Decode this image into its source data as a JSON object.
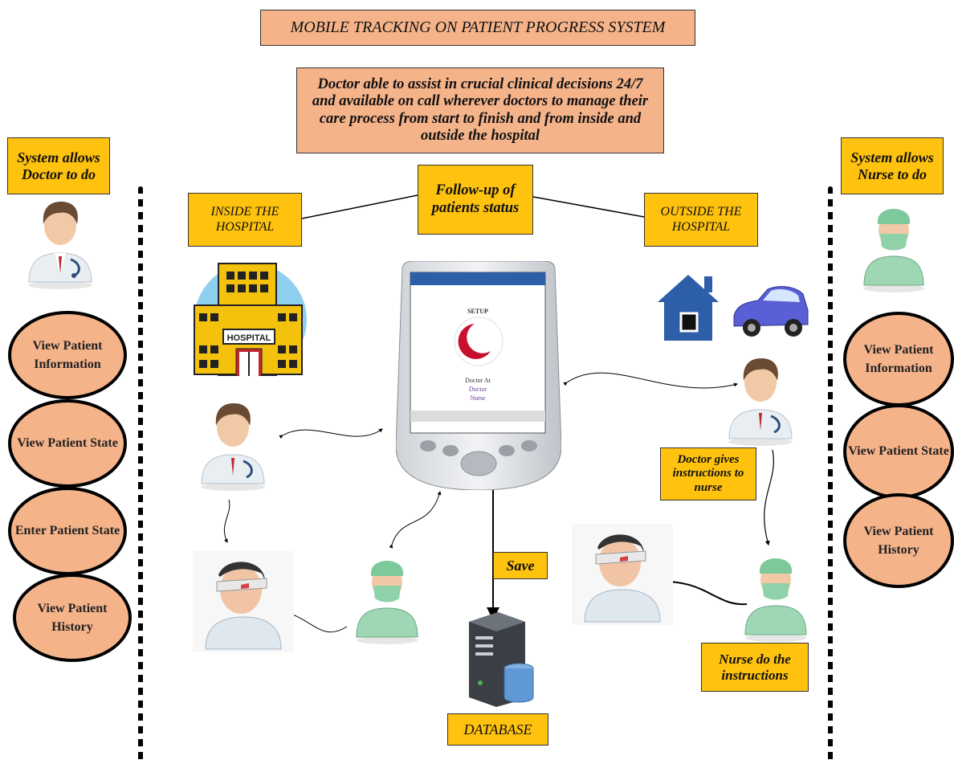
{
  "title": "MOBILE TRACKING ON PATIENT PROGRESS SYSTEM",
  "description": "Doctor able to assist in crucial clinical decisions 24/7 and available on call wherever doctors to manage their care process from start to finish and from inside and outside the hospital",
  "center_label": "Follow-up of patients status",
  "inside_label": "INSIDE THE HOSPITAL",
  "outside_label": "OUTSIDE THE HOSPITAL",
  "hospital_sign": "HOSPITAL",
  "doctor_panel": {
    "header": "System allows Doctor to do",
    "actions": [
      "View Patient Information",
      "View Patient State",
      "Enter Patient State",
      "View Patient History"
    ]
  },
  "nurse_panel": {
    "header": "System allows Nurse to do",
    "actions": [
      "View Patient Information",
      "View Patient State",
      "View Patient History"
    ]
  },
  "device_screen": {
    "heading": "SETUP",
    "line1": "Doctor At",
    "line2": "Doctor",
    "line3": "Nurse"
  },
  "save_label": "Save",
  "database_label": "DATABASE",
  "doctor_instructions": "Doctor gives instructions to nurse",
  "nurse_instructions": "Nurse do the instructions",
  "colors": {
    "salmon": "#f5b38a",
    "gold": "#ffc20e",
    "blue": "#2d5ea8"
  }
}
